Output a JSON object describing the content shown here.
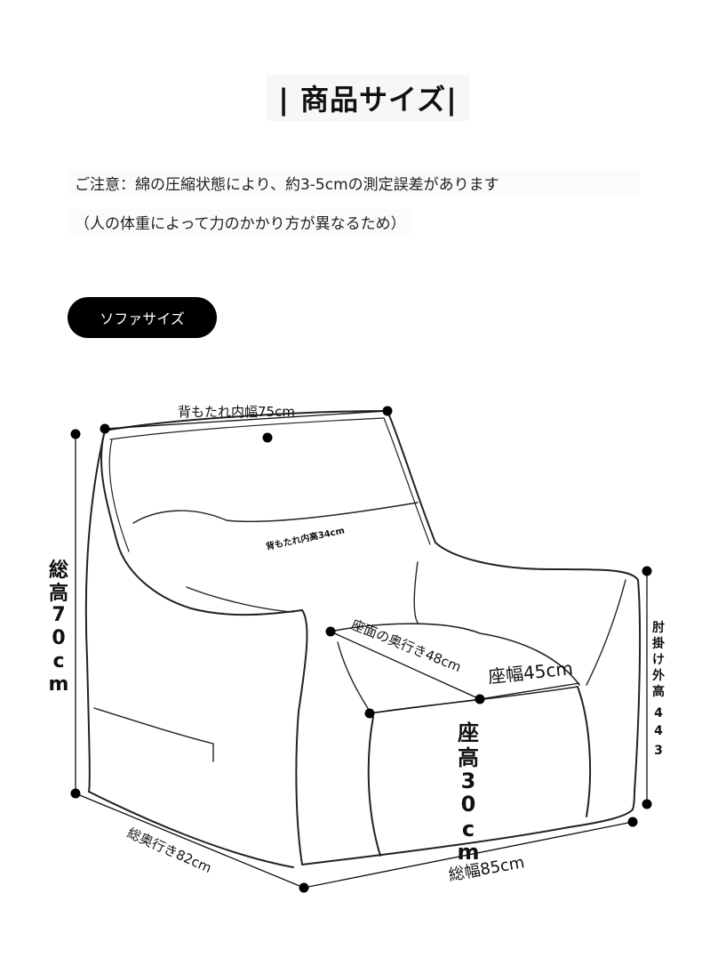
{
  "title": "| 商品サイズ|",
  "notes": {
    "line1": "ご注意：綿の圧縮状態により、約3-5cmの測定誤差があります",
    "line2": "（人の体重によって力のかかり方が異なるため）"
  },
  "section_pill": "ソファサイズ",
  "dimensions": {
    "back_inner_width": "背もたれ内幅75cm",
    "back_inner_height": "背もたれ内高34cm",
    "total_height_chars": [
      "総",
      "高",
      "7",
      "0",
      "c",
      "m"
    ],
    "seat_depth": "座面の奥行き48cm",
    "seat_width": "座幅45cm",
    "seat_height_chars": [
      "座",
      "高",
      "3",
      "0",
      "c",
      "m"
    ],
    "armrest_height_chars": [
      "肘",
      "掛",
      "け",
      "外",
      "高",
      "4",
      "4",
      "3"
    ],
    "total_depth": "総奥行き82cm",
    "total_width": "総幅85cm"
  }
}
